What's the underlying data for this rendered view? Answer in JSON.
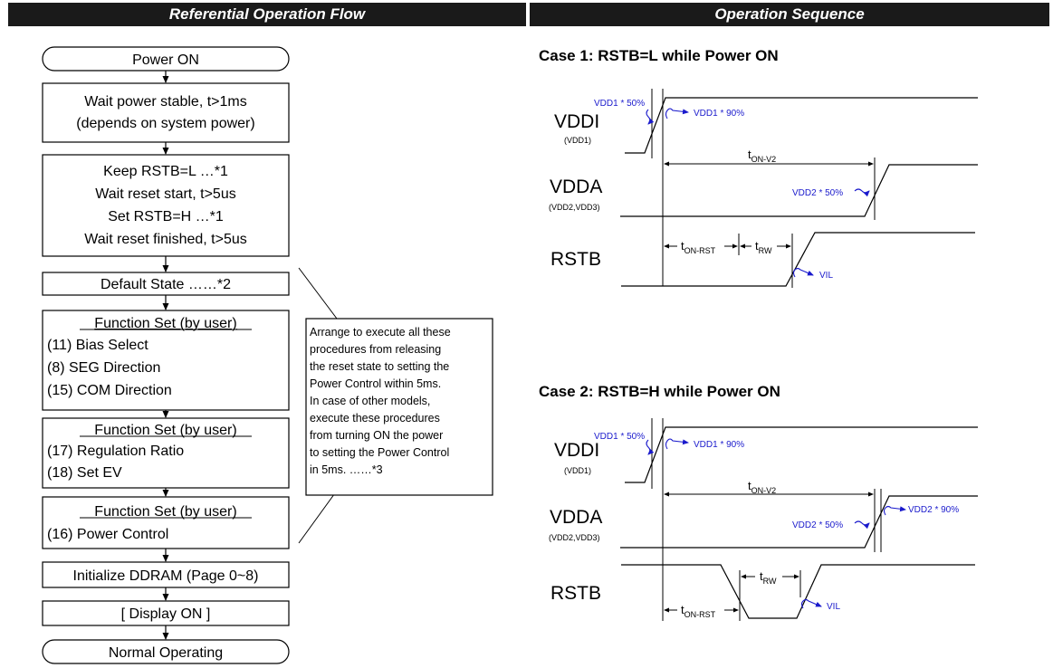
{
  "headers": {
    "left": "Referential Operation Flow",
    "right": "Operation Sequence"
  },
  "flow": {
    "power_on": "Power ON",
    "wait_stable": [
      "Wait power stable, t>1ms",
      "(depends on system power)"
    ],
    "reset": [
      "Keep RSTB=L …*1",
      "Wait reset start, t>5us",
      "Set RSTB=H …*1",
      "Wait reset finished, t>5us"
    ],
    "default_state": "Default State ……*2",
    "fs1": {
      "title": "Function Set (by user)",
      "items": [
        "(11) Bias Select",
        "(8) SEG Direction",
        "(15) COM Direction"
      ]
    },
    "fs2": {
      "title": "Function Set (by user)",
      "items": [
        "(17) Regulation Ratio",
        "(18) Set EV"
      ]
    },
    "fs3": {
      "title": "Function Set (by user)",
      "items": [
        "(16) Power Control"
      ]
    },
    "init_ddram": "Initialize DDRAM (Page 0~8)",
    "display_on": "[ Display ON ]",
    "normal": "Normal Operating"
  },
  "note": {
    "lines": [
      "Arrange to execute all these",
      "procedures from releasing",
      "the reset state to setting the",
      "Power Control within 5ms.",
      "In case of other models,",
      "execute these procedures",
      "from turning ON the power",
      "to setting the Power Control",
      "in 5ms.      ……*3"
    ]
  },
  "case1": {
    "title": "Case 1: RSTB=L while Power ON",
    "vddi": "VDDI",
    "vddi_sub": "(VDD1)",
    "vdda": "VDDA",
    "vdda_sub": "(VDD2,VDD3)",
    "rstb": "RSTB",
    "vdd1_50": "VDD1 * 50%",
    "vdd1_90": "VDD1 * 90%",
    "vdd2_50": "VDD2 * 50%",
    "vil": "VIL",
    "t_on_v2": {
      "main": "t",
      "sub": "ON-V2"
    },
    "t_on_rst": {
      "main": "t",
      "sub": "ON-RST"
    },
    "t_rw": {
      "main": "t",
      "sub": "RW"
    }
  },
  "case2": {
    "title": "Case 2: RSTB=H while Power ON",
    "vddi": "VDDI",
    "vddi_sub": "(VDD1)",
    "vdda": "VDDA",
    "vdda_sub": "(VDD2,VDD3)",
    "rstb": "RSTB",
    "vdd1_50": "VDD1 * 50%",
    "vdd1_90": "VDD1 * 90%",
    "vdd2_50": "VDD2 * 50%",
    "vdd2_90": "VDD2 * 90%",
    "vil": "VIL",
    "t_on_v2": {
      "main": "t",
      "sub": "ON-V2"
    },
    "t_on_rst": {
      "main": "t",
      "sub": "ON-RST"
    },
    "t_rw": {
      "main": "t",
      "sub": "RW"
    }
  }
}
